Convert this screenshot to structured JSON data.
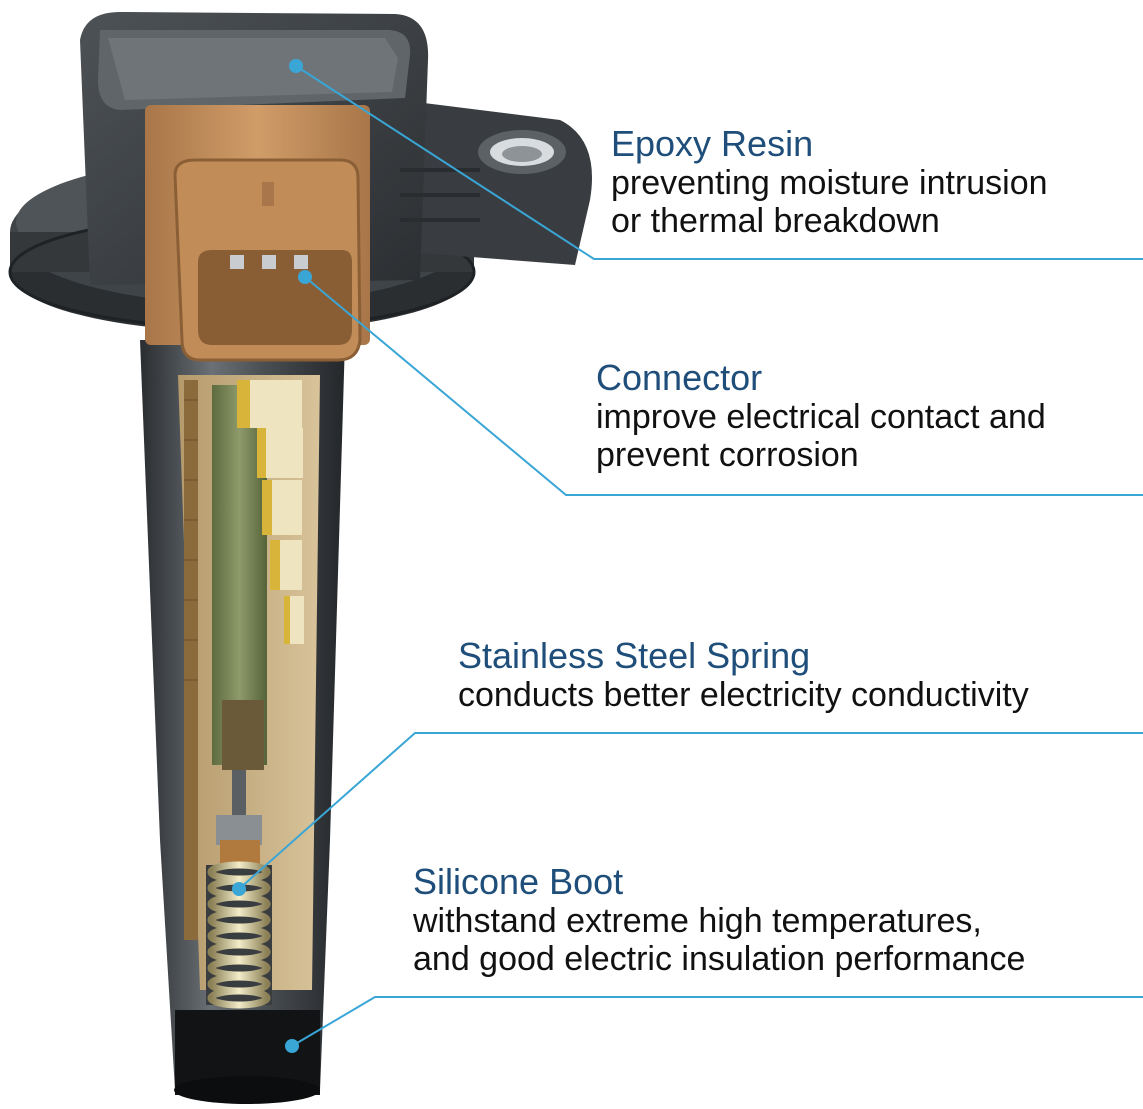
{
  "colors": {
    "leader_line": "#3aa6d6",
    "title_text": "#1e4e79",
    "body_text": "#111111",
    "housing": "#3b3f43",
    "connector": "#c6925f",
    "coil_gold": "#d8b53a"
  },
  "callouts": [
    {
      "id": "epoxy-resin",
      "title": "Epoxy Resin",
      "lines": [
        "preventing moisture intrusion",
        "or thermal breakdown"
      ]
    },
    {
      "id": "connector",
      "title": "Connector",
      "lines": [
        "improve electrical contact and",
        "prevent corrosion"
      ]
    },
    {
      "id": "stainless-steel-spring",
      "title": "Stainless Steel Spring",
      "lines": [
        "conducts better electricity conductivity"
      ]
    },
    {
      "id": "silicone-boot",
      "title": "Silicone Boot",
      "lines": [
        "withstand extreme high temperatures,",
        "and good electric insulation performance"
      ]
    }
  ]
}
